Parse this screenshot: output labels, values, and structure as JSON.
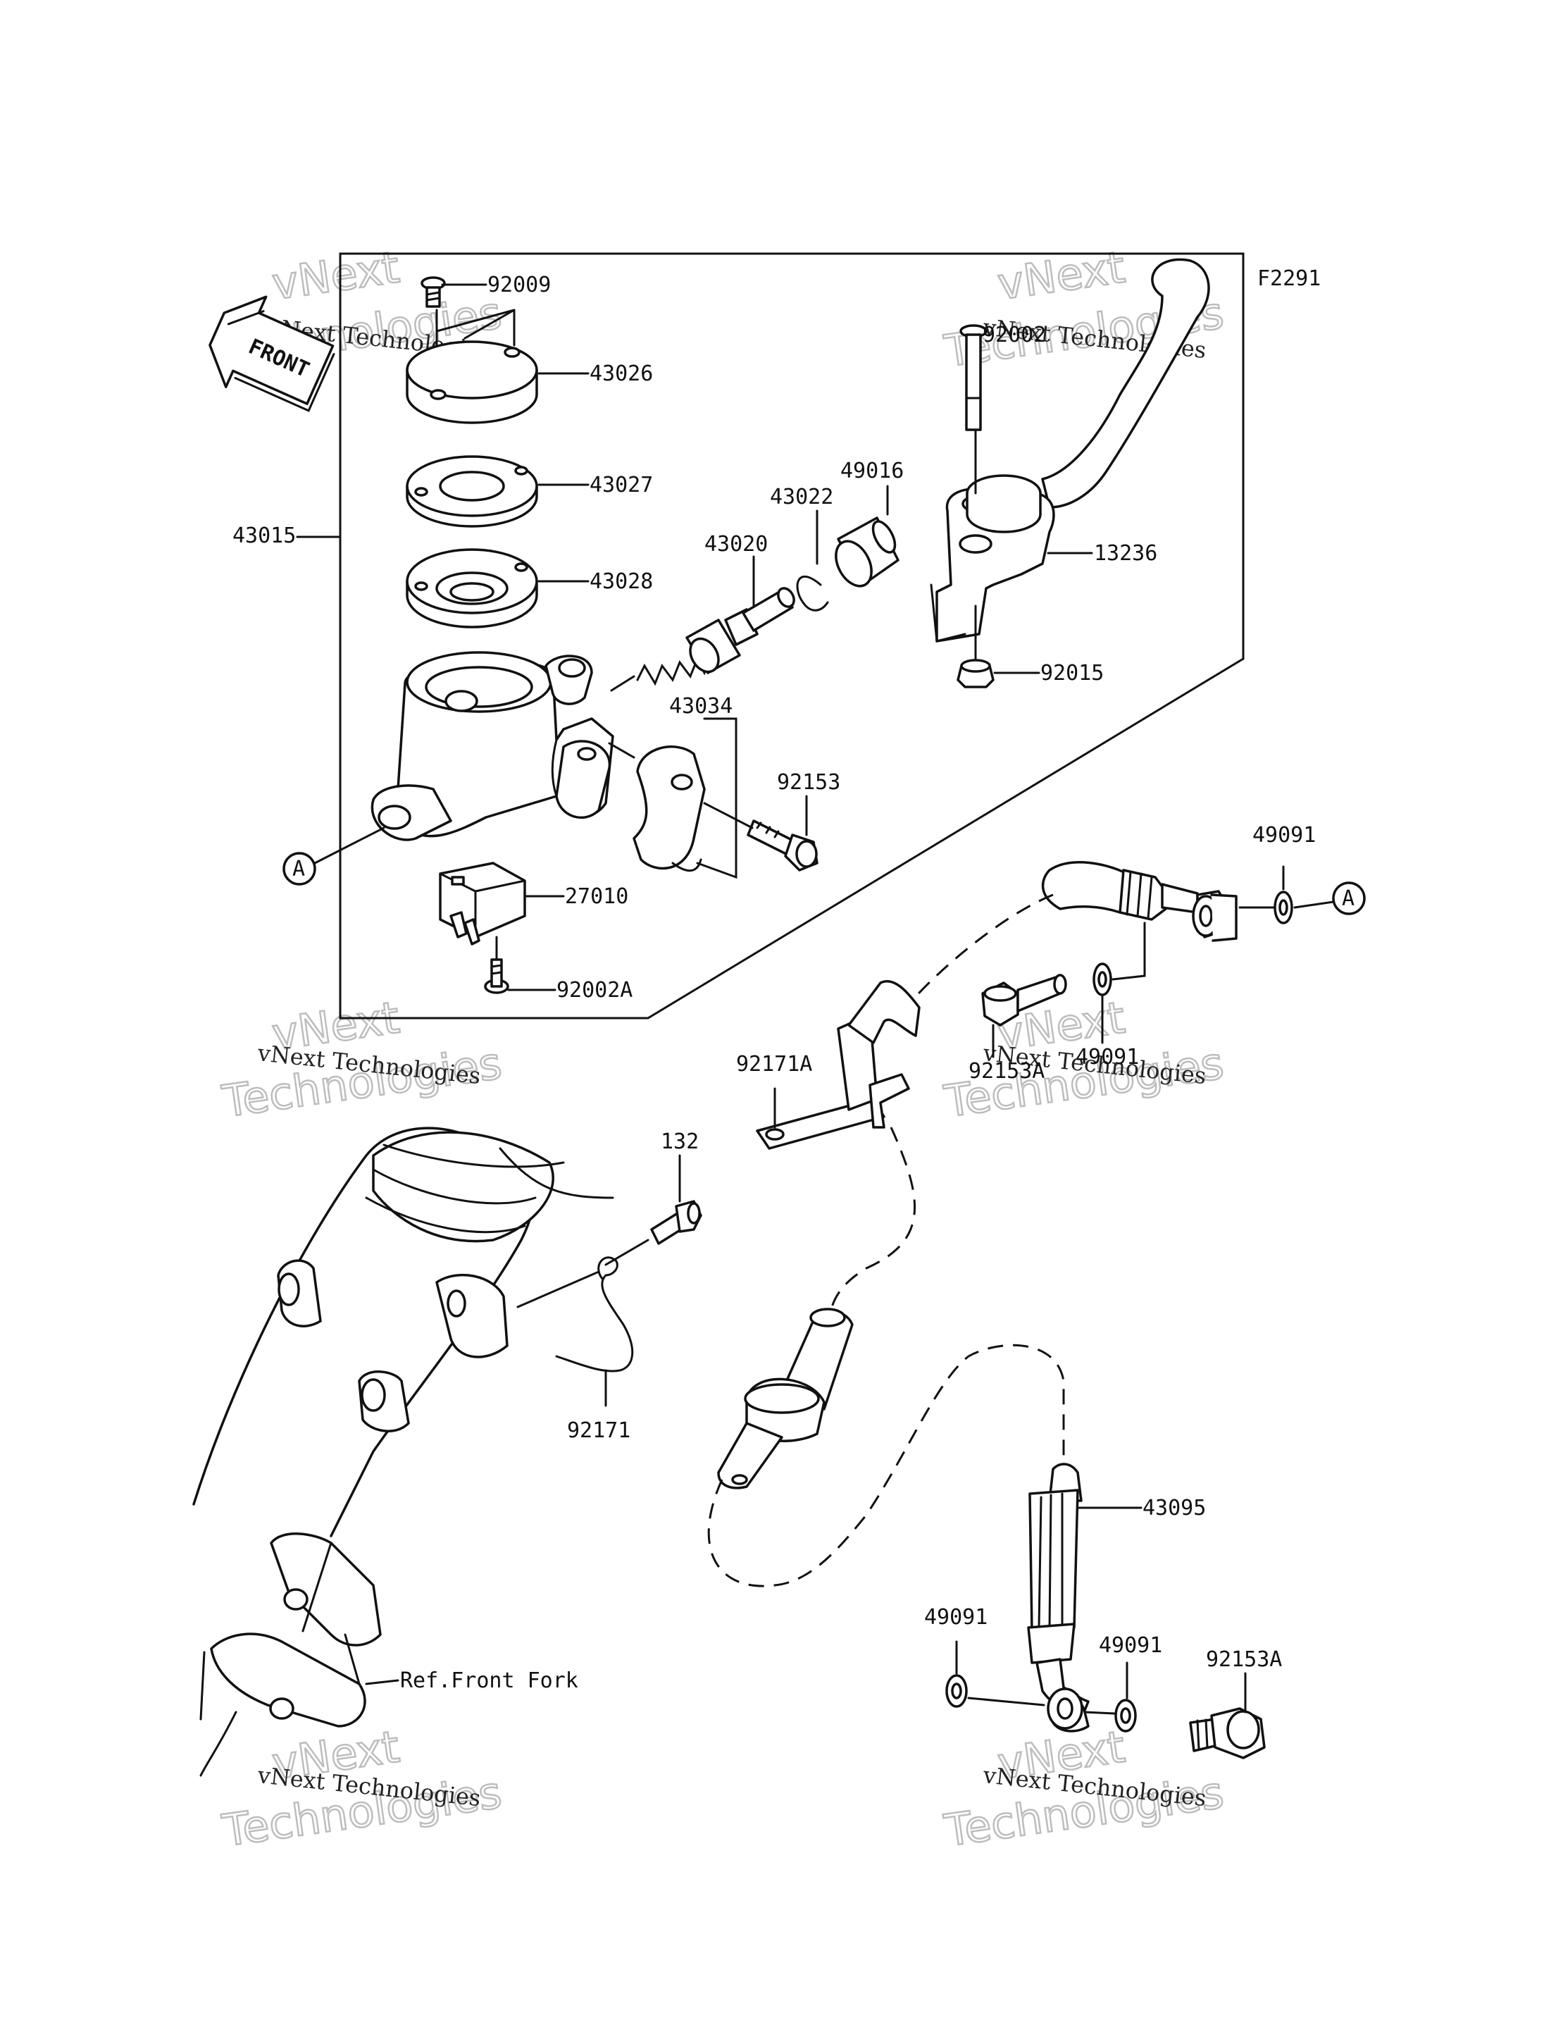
{
  "diagram": {
    "figure_code": "F2291",
    "front_label": "FRONT",
    "marker_a": "A",
    "ref_label": "Ref.Front Fork",
    "parts": {
      "p92009": "92009",
      "p43026": "43026",
      "p43027": "43027",
      "p43028": "43028",
      "p43015": "43015",
      "p43020": "43020",
      "p43022": "43022",
      "p49016": "49016",
      "p92002": "92002",
      "p13236": "13236",
      "p92015": "92015",
      "p43034": "43034",
      "p92153": "92153",
      "p27010": "27010",
      "p92002A": "92002A",
      "p49091_top": "49091",
      "p49091_mid": "49091",
      "p92153A_mid": "92153A",
      "p92171A": "92171A",
      "p132": "132",
      "p92171": "92171",
      "p43095": "43095",
      "p49091_bl": "49091",
      "p49091_br": "49091",
      "p92153A_br": "92153A"
    },
    "watermark": {
      "line1": "vNext Technologies",
      "line2": "vNext",
      "line3": "Technologies"
    }
  }
}
